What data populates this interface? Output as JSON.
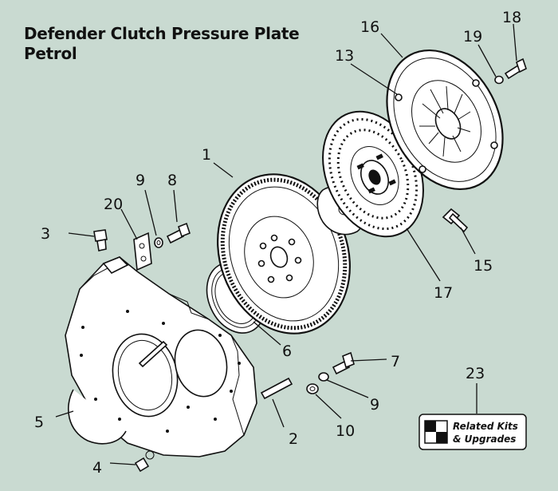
{
  "title_line1": "Defender Clutch Pressure Plate",
  "title_line2": "Petrol",
  "callouts": {
    "c1": "1",
    "c2": "2",
    "c3": "3",
    "c4": "4",
    "c5": "5",
    "c6": "6",
    "c7": "7",
    "c8": "8",
    "c9a": "9",
    "c9b": "9",
    "c10": "10",
    "c13": "13",
    "c15": "15",
    "c16": "16",
    "c17": "17",
    "c18": "18",
    "c19": "19",
    "c20": "20",
    "c23": "23"
  },
  "related_button": {
    "line1": "Related Kits",
    "line2": "& Upgrades"
  },
  "colors": {
    "background": "#c9dad1",
    "ink": "#111111",
    "part_fill": "#ffffff"
  }
}
